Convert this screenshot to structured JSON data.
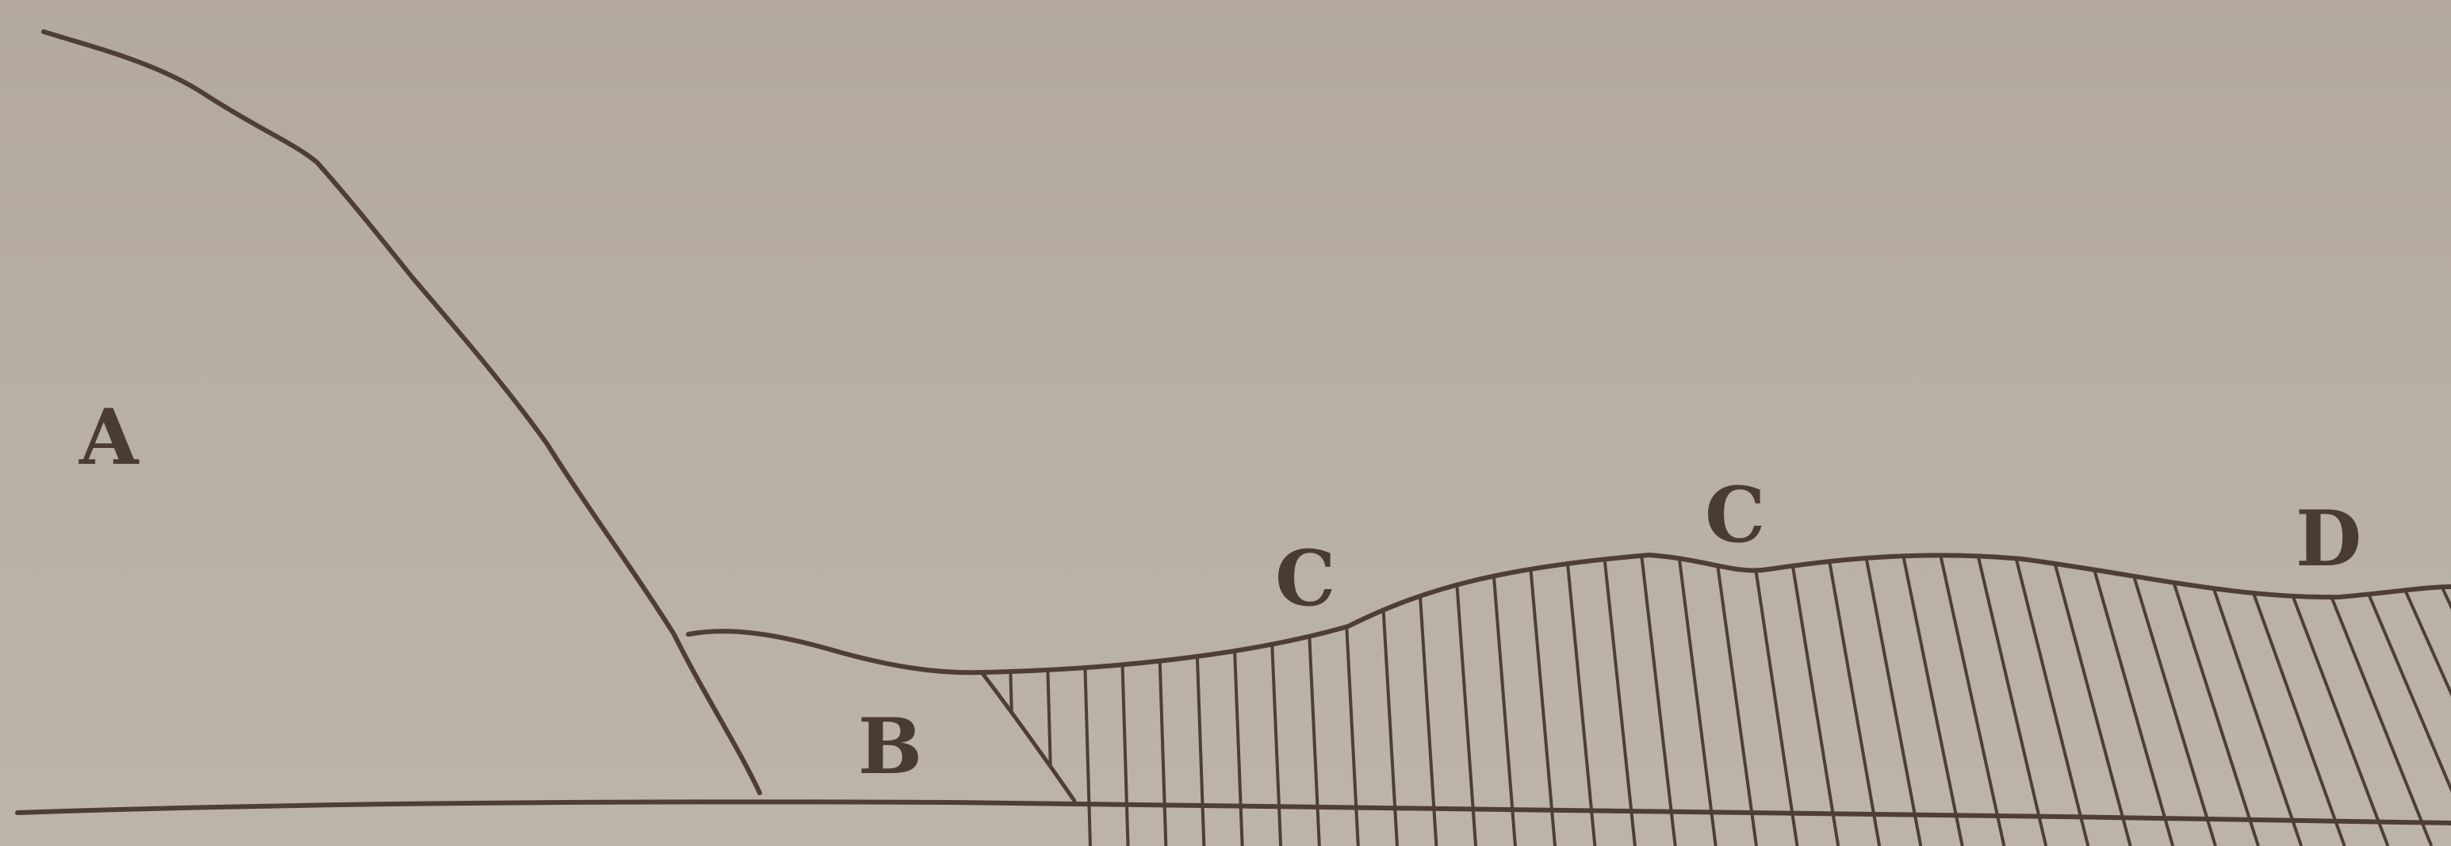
{
  "figure": {
    "labels": {
      "a": "A",
      "b": "B",
      "c1": "C",
      "c2": "C",
      "d": "D"
    },
    "colors": {
      "paper": "#b5ada0",
      "ink": "#4f3e36"
    }
  }
}
